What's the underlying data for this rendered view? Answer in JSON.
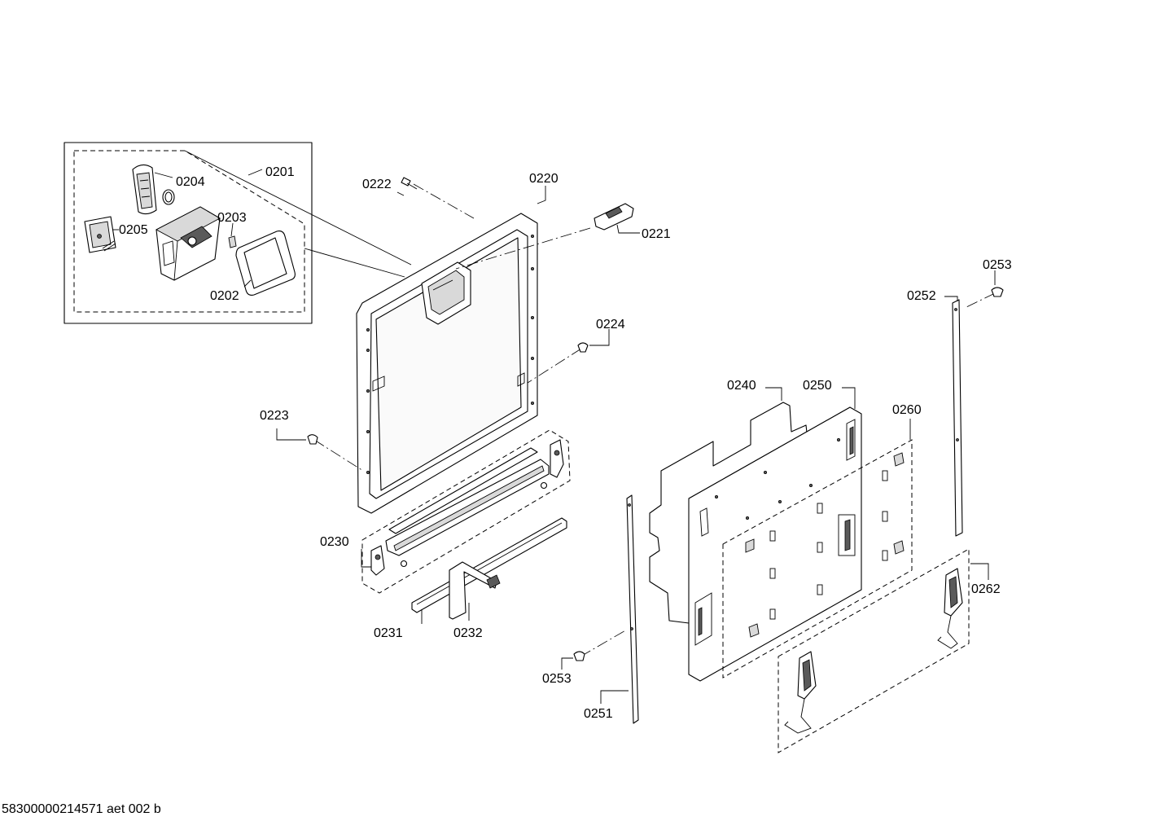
{
  "document_id": "58300000214571 aet 002 b",
  "parts": {
    "p0201": "0201",
    "p0202": "0202",
    "p0203": "0203",
    "p0204": "0204",
    "p0205": "0205",
    "p0220": "0220",
    "p0221": "0221",
    "p0222": "0222",
    "p0223": "0223",
    "p0224": "0224",
    "p0230": "0230",
    "p0231": "0231",
    "p0232": "0232",
    "p0240": "0240",
    "p0250": "0250",
    "p0251": "0251",
    "p0252": "0252",
    "p0253a": "0253",
    "p0253b": "0253",
    "p0260": "0260",
    "p0262": "0262"
  }
}
